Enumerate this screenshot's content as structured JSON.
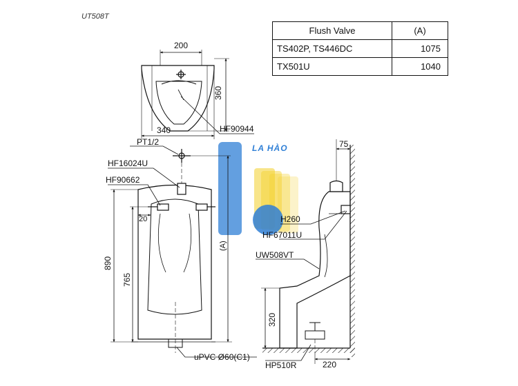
{
  "model_name": "UT508T",
  "spec_table": {
    "headers": [
      "Flush Valve",
      "(A)"
    ],
    "rows": [
      {
        "valve": "TS402P, TS446DC",
        "a": "1075"
      },
      {
        "valve": "TX501U",
        "a": "1040"
      }
    ]
  },
  "top_view": {
    "dim_width_top": "200",
    "dim_depth": "360",
    "dim_width_bottom": "340",
    "part_label": "HF90944"
  },
  "front_view": {
    "pt_label": "PT1/2",
    "part_labels": [
      "HF16024U",
      "HF90662"
    ],
    "dim_offset": "20",
    "dim_height_total": "890",
    "dim_height_inner": "765",
    "dim_a": "(A)",
    "outlet_label": "uPVC Ø60(C1)"
  },
  "side_view": {
    "dim_wall": "75",
    "dim_h": "H260",
    "part_labels": [
      "HF67011U",
      "UW508VT",
      "HP510R"
    ],
    "dim_height": "320",
    "dim_floor": "220"
  },
  "watermark": {
    "text": "LA HÀO",
    "colors": {
      "blue": "#2f7fd6",
      "yellow": "#f3d02a"
    }
  }
}
